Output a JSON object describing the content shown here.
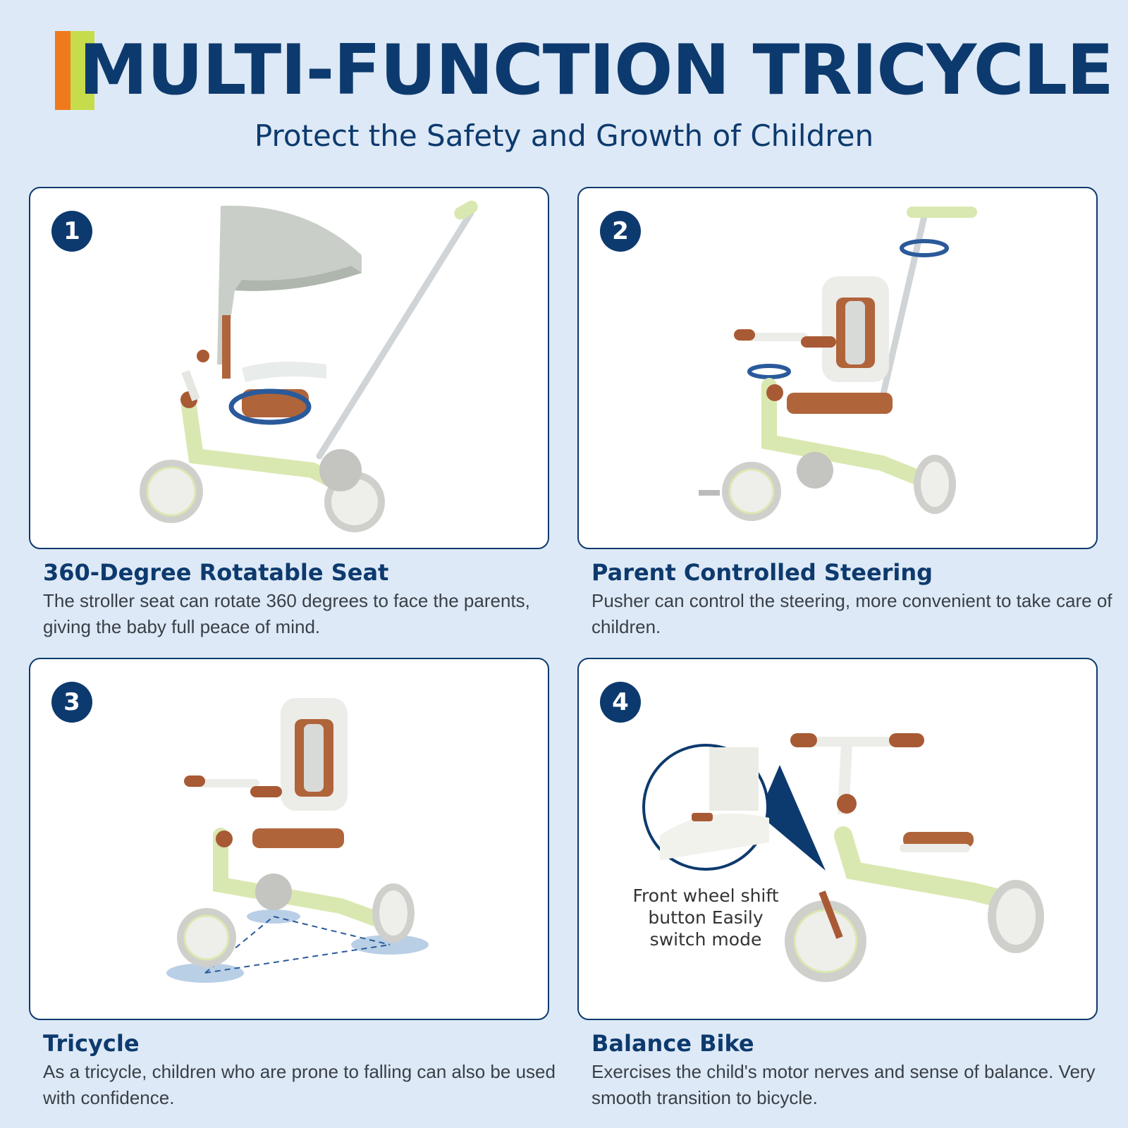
{
  "header": {
    "title": "MULTI-FUNCTION TRICYCLE",
    "subtitle": "Protect the Safety and Growth of Children"
  },
  "colors": {
    "navy": "#0d3a6e",
    "orange": "#ef7a1e",
    "lime": "#c7dc4b",
    "background": "#dde9f6",
    "frame_green": "#d9e8b0",
    "seat_brown": "#b0643a"
  },
  "features": [
    {
      "number": "1",
      "heading": "360-Degree Rotatable Seat",
      "text": "The stroller seat can rotate 360 degrees to face the parents, giving the baby full peace of mind."
    },
    {
      "number": "2",
      "heading": "Parent Controlled Steering",
      "text": "Pusher can control the steering, more convenient to take care of children."
    },
    {
      "number": "3",
      "heading": "Tricycle",
      "text": "As a tricycle, children who are prone to falling can also be used with confidence."
    },
    {
      "number": "4",
      "heading": "Balance Bike",
      "text": "Exercises the child's motor nerves and sense of balance. Very smooth transition to bicycle.",
      "callout": "Front wheel shift button  Easily switch mode"
    }
  ]
}
